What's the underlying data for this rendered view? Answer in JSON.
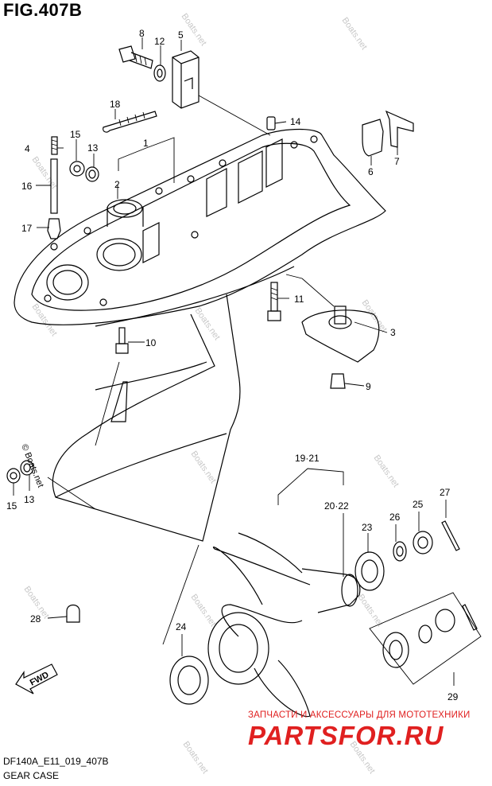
{
  "figure": {
    "title": "FIG.407B",
    "model_code": "DF140A_E11_019_407B",
    "caption": "GEAR CASE",
    "fwd_label": "FWD"
  },
  "watermark": {
    "small": "Boats.net",
    "copyright": "© Boats.net",
    "shop_text": "ЗАПЧАСТИ И АКСЕССУАРЫ ДЛЯ МОТОТЕХНИКИ",
    "shop_logo": "PARTSFOR.RU"
  },
  "callouts": {
    "c1": "1",
    "c2": "2",
    "c3": "3",
    "c4": "4",
    "c5": "5",
    "c6": "6",
    "c7": "7",
    "c8": "8",
    "c9": "9",
    "c10": "10",
    "c11": "11",
    "c12": "12",
    "c13a": "13",
    "c13b": "13",
    "c14": "14",
    "c15a": "15",
    "c15b": "15",
    "c16": "16",
    "c17": "17",
    "c18": "18",
    "c19_21": "19·21",
    "c20_22": "20·22",
    "c23": "23",
    "c24": "24",
    "c25": "25",
    "c26": "26",
    "c27": "27",
    "c28": "28",
    "c29": "29"
  },
  "colors": {
    "line": "#000000",
    "watermark_red": "#e02020",
    "watermark_gray": "#c8c8c8"
  }
}
